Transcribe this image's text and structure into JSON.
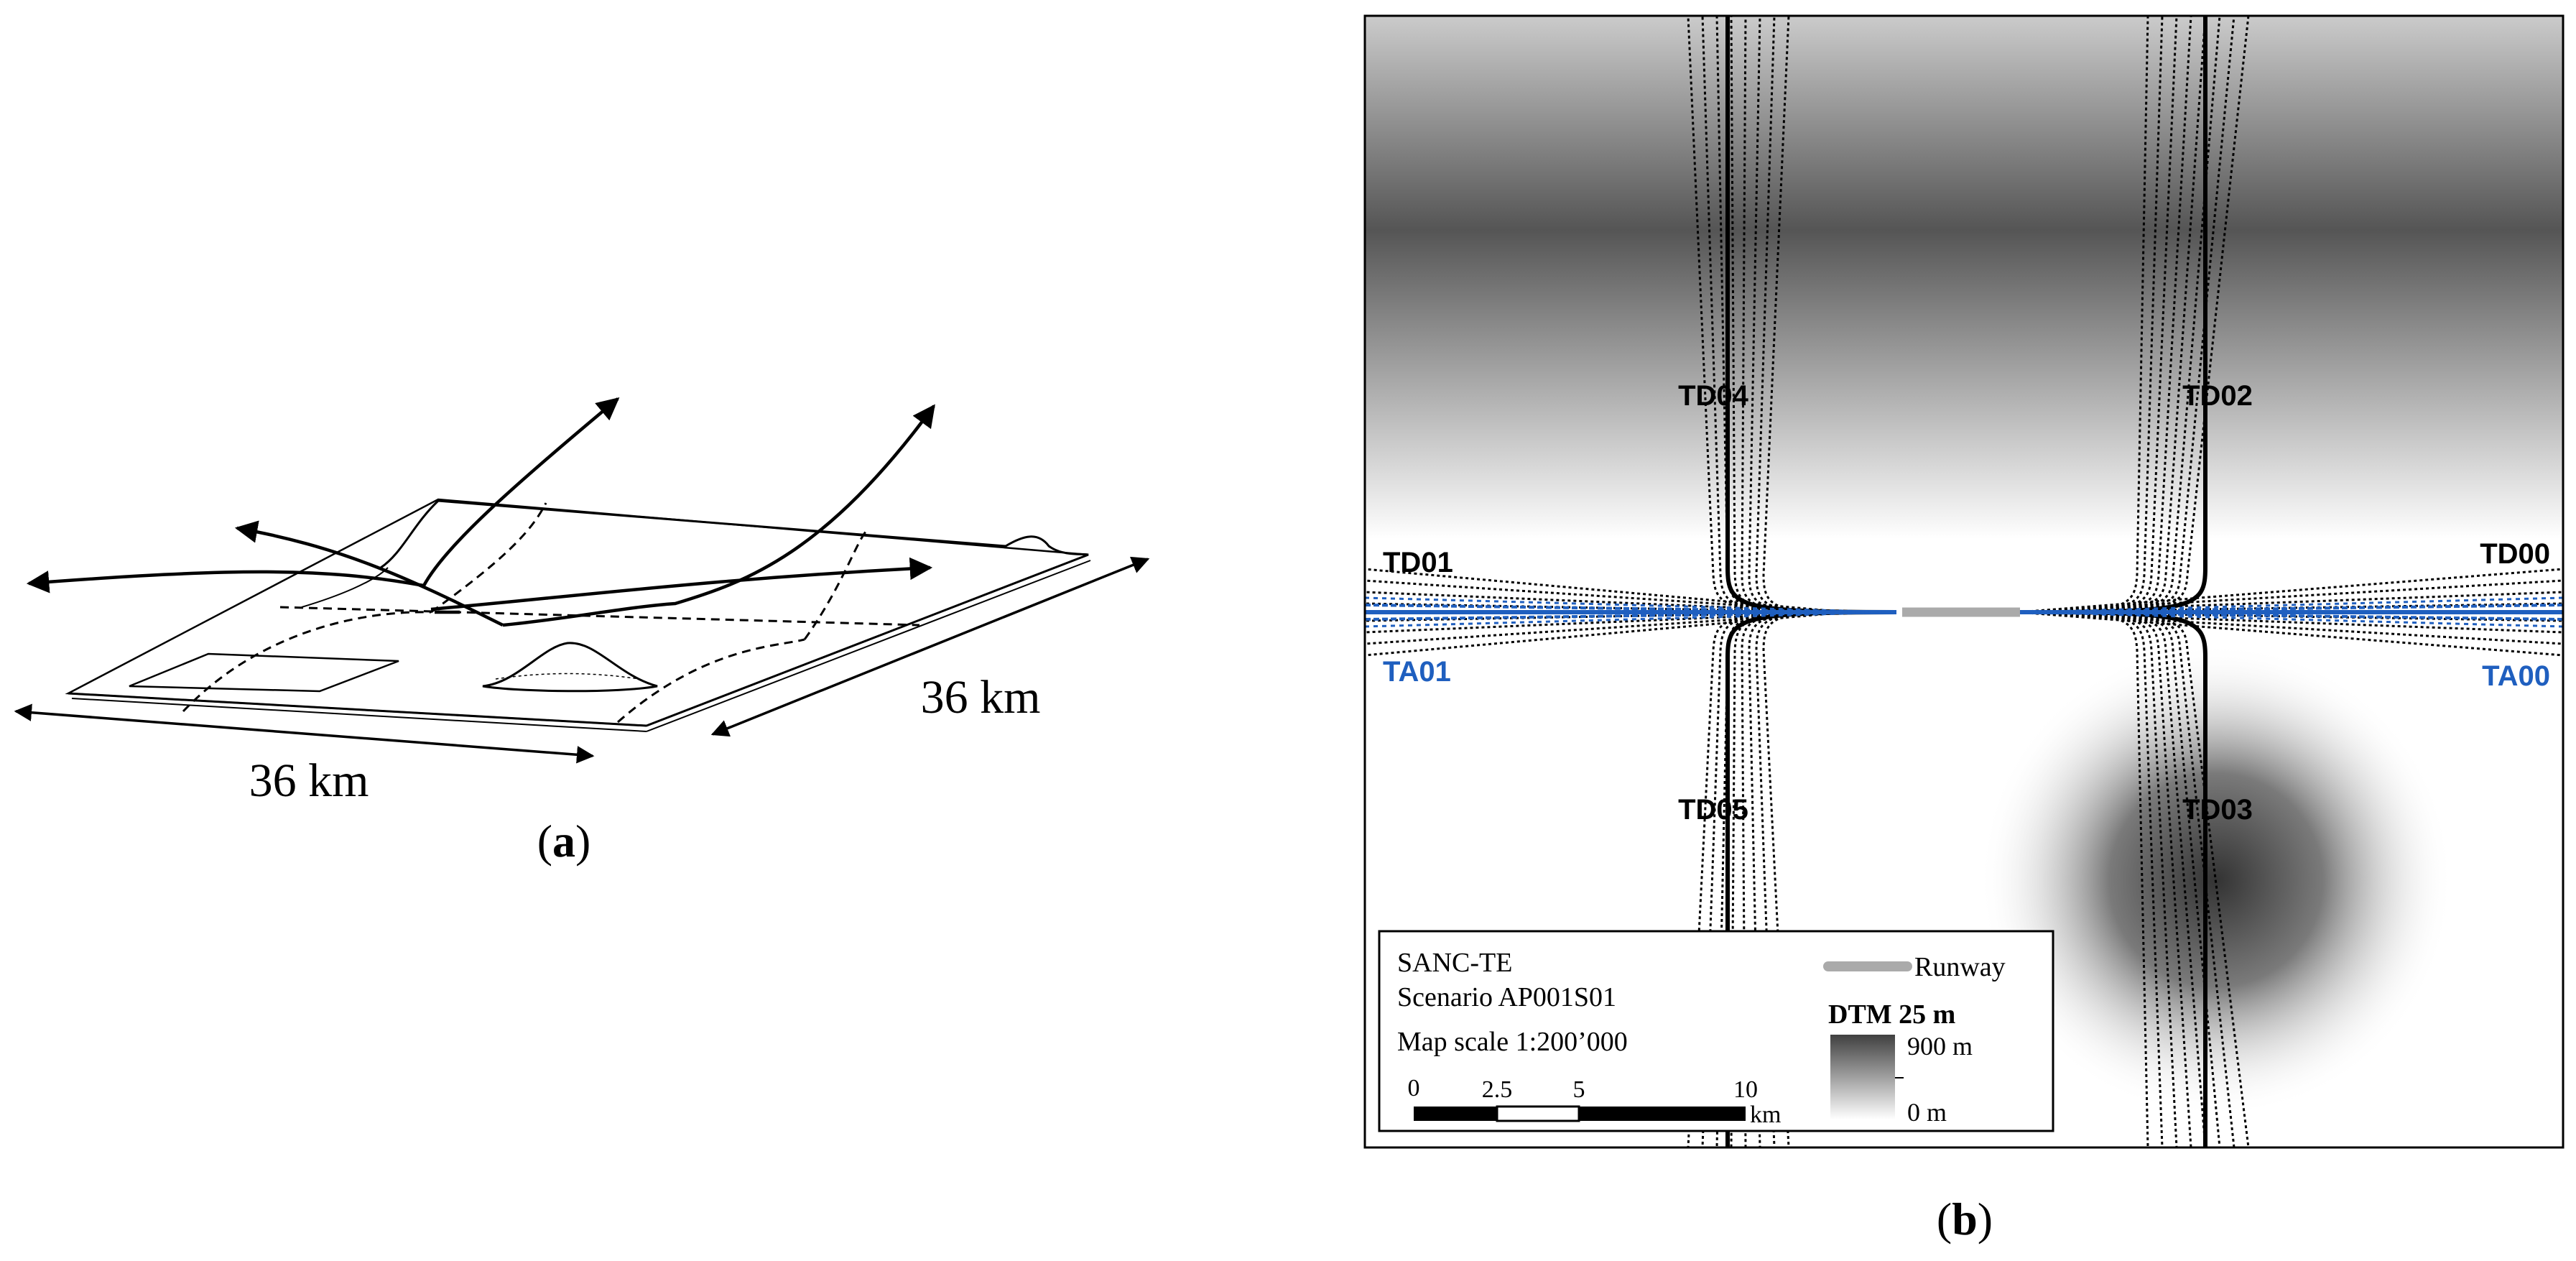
{
  "panel_a": {
    "dim_bottom": "36 km",
    "dim_right": "36 km",
    "caption_letter": "a"
  },
  "panel_b": {
    "tracks": {
      "td04": "TD04",
      "td02": "TD02",
      "td01": "TD01",
      "td00": "TD00",
      "ta01": "TA01",
      "ta00": "TA00",
      "td05": "TD05",
      "td03": "TD03"
    },
    "legend": {
      "software": "SANC-TE",
      "scenario": "Scenario AP001S01",
      "map_scale": "Map scale 1:200’000",
      "runway_label": "Runway",
      "dtm_title": "DTM 25 m",
      "dtm_max": "900 m",
      "dtm_min": "0 m",
      "scalebar_ticks": [
        "0",
        "2.5",
        "5",
        "10"
      ],
      "scalebar_unit": "km"
    },
    "caption_letter": "b",
    "colors": {
      "arrival_blue": "#1f5fbf",
      "runway_gray": "#aaaaaa",
      "terrain_dark": "#3a3a3a"
    }
  }
}
